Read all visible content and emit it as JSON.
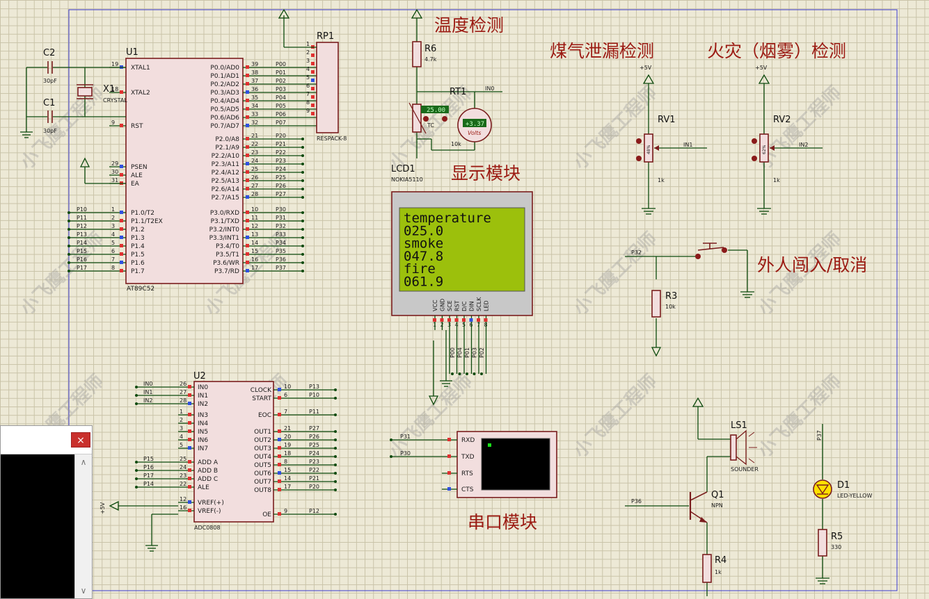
{
  "titles": {
    "temp": "温度检测",
    "gas": "煤气泄漏检测",
    "fire": "火灾（烟雾）检测",
    "display": "显示模块",
    "intrusion": "外人闯入/取消",
    "serial": "串口模块"
  },
  "watermark": "小飞鹰工程师",
  "u1": {
    "ref": "U1",
    "part": "AT89C52",
    "left_pins": [
      {
        "num": "19",
        "name": "XTAL1"
      },
      {
        "num": "18",
        "name": "XTAL2"
      },
      {
        "num": "9",
        "name": "RST"
      },
      {
        "num": "29",
        "name": "PSEN"
      },
      {
        "num": "30",
        "name": "ALE"
      },
      {
        "num": "31",
        "name": "EA"
      },
      {
        "num": "1",
        "name": "P1.0/T2",
        "net": "P10"
      },
      {
        "num": "2",
        "name": "P1.1/T2EX",
        "net": "P11"
      },
      {
        "num": "3",
        "name": "P1.2",
        "net": "P12"
      },
      {
        "num": "4",
        "name": "P1.3",
        "net": "P13"
      },
      {
        "num": "5",
        "name": "P1.4",
        "net": "P14"
      },
      {
        "num": "6",
        "name": "P1.5",
        "net": "P15"
      },
      {
        "num": "7",
        "name": "P1.6",
        "net": "P16"
      },
      {
        "num": "8",
        "name": "P1.7",
        "net": "P17"
      }
    ],
    "port0": [
      {
        "num": "39",
        "name": "P0.0/AD0",
        "net": "P00"
      },
      {
        "num": "38",
        "name": "P0.1/AD1",
        "net": "P01"
      },
      {
        "num": "37",
        "name": "P0.2/AD2",
        "net": "P02"
      },
      {
        "num": "36",
        "name": "P0.3/AD3",
        "net": "P03"
      },
      {
        "num": "35",
        "name": "P0.4/AD4",
        "net": "P04"
      },
      {
        "num": "34",
        "name": "P0.5/AD5",
        "net": "P05"
      },
      {
        "num": "33",
        "name": "P0.6/AD6",
        "net": "P06"
      },
      {
        "num": "32",
        "name": "P0.7/AD7",
        "net": "P07"
      }
    ],
    "port2": [
      {
        "num": "21",
        "name": "P2.0/A8",
        "net": "P20"
      },
      {
        "num": "22",
        "name": "P2.1/A9",
        "net": "P21"
      },
      {
        "num": "23",
        "name": "P2.2/A10",
        "net": "P22"
      },
      {
        "num": "24",
        "name": "P2.3/A11",
        "net": "P23"
      },
      {
        "num": "25",
        "name": "P2.4/A12",
        "net": "P24"
      },
      {
        "num": "26",
        "name": "P2.5/A13",
        "net": "P25"
      },
      {
        "num": "27",
        "name": "P2.6/A14",
        "net": "P26"
      },
      {
        "num": "28",
        "name": "P2.7/A15",
        "net": "P27"
      }
    ],
    "port3": [
      {
        "num": "10",
        "name": "P3.0/RXD",
        "net": "P30"
      },
      {
        "num": "11",
        "name": "P3.1/TXD",
        "net": "P31"
      },
      {
        "num": "12",
        "name": "P3.2/INT0",
        "net": "P32"
      },
      {
        "num": "13",
        "name": "P3.3/INT1",
        "net": "P33"
      },
      {
        "num": "14",
        "name": "P3.4/T0",
        "net": "P34"
      },
      {
        "num": "15",
        "name": "P3.5/T1",
        "net": "P35"
      },
      {
        "num": "16",
        "name": "P3.6/WR",
        "net": "P36"
      },
      {
        "num": "17",
        "name": "P3.7/RD",
        "net": "P37"
      }
    ]
  },
  "rp1": {
    "ref": "RP1",
    "part": "RESPACK-8",
    "pins": [
      "1",
      "2",
      "3",
      "4",
      "5",
      "6",
      "7",
      "8",
      "9"
    ]
  },
  "c2": {
    "ref": "C2",
    "value": "30pF"
  },
  "c1": {
    "ref": "C1",
    "value": "30pF"
  },
  "x1": {
    "ref": "X1",
    "part": "CRYSTAL"
  },
  "r6": {
    "ref": "R6",
    "value": "4.7k"
  },
  "rt1": {
    "ref": "RT1",
    "temp": "25.00",
    "value": "10k",
    "net": "IN0",
    "tc": "TC"
  },
  "voltmeter": {
    "reading": "+3.37",
    "unit": "Volts"
  },
  "rv1": {
    "ref": "RV1",
    "value": "1k",
    "net": "IN1",
    "supply": "+5V",
    "pos": "48%"
  },
  "rv2": {
    "ref": "RV2",
    "value": "1k",
    "net": "IN2",
    "supply": "+5V",
    "pos": "62%"
  },
  "lcd": {
    "ref": "LCD1",
    "part": "NOKIA5110",
    "lines": [
      "temperature",
      "025.0",
      "smoke",
      "047.8",
      "fire",
      "061.9"
    ],
    "pins": [
      "VCC",
      "GND",
      "SCE",
      "RST",
      "D/C",
      "DIN",
      "SCLK",
      "LED"
    ],
    "pin_nums": [
      "1",
      "2",
      "3",
      "4",
      "5",
      "6",
      "7",
      "8"
    ],
    "nets": [
      "P00",
      "P04",
      "P01",
      "P03",
      "P02"
    ]
  },
  "r3": {
    "ref": "R3",
    "value": "10k",
    "net": "P32"
  },
  "u2": {
    "ref": "U2",
    "part": "ADC0808",
    "left_pins": [
      {
        "num": "26",
        "name": "IN0",
        "net": "IN0"
      },
      {
        "num": "27",
        "name": "IN1",
        "net": "IN1"
      },
      {
        "num": "28",
        "name": "IN2",
        "net": "IN2"
      },
      {
        "num": "1",
        "name": "IN3"
      },
      {
        "num": "2",
        "name": "IN4"
      },
      {
        "num": "3",
        "name": "IN5"
      },
      {
        "num": "4",
        "name": "IN6"
      },
      {
        "num": "5",
        "name": "IN7"
      },
      {
        "num": "25",
        "name": "ADD A",
        "net": "P15"
      },
      {
        "num": "24",
        "name": "ADD B",
        "net": "P16"
      },
      {
        "num": "23",
        "name": "ADD C",
        "net": "P17"
      },
      {
        "num": "22",
        "name": "ALE",
        "net": "P14"
      },
      {
        "num": "12",
        "name": "VREF(+)"
      },
      {
        "num": "16",
        "name": "VREF(-)"
      }
    ],
    "right_pins": [
      {
        "num": "10",
        "name": "CLOCK",
        "net": "P13"
      },
      {
        "num": "6",
        "name": "START",
        "net": "P10"
      },
      {
        "num": "7",
        "name": "EOC",
        "net": "P11"
      },
      {
        "num": "21",
        "name": "OUT1",
        "net": "P27"
      },
      {
        "num": "20",
        "name": "OUT2",
        "net": "P26"
      },
      {
        "num": "19",
        "name": "OUT3",
        "net": "P25"
      },
      {
        "num": "18",
        "name": "OUT4",
        "net": "P24"
      },
      {
        "num": "8",
        "name": "OUT5",
        "net": "P23"
      },
      {
        "num": "15",
        "name": "OUT6",
        "net": "P22"
      },
      {
        "num": "14",
        "name": "OUT7",
        "net": "P21"
      },
      {
        "num": "17",
        "name": "OUT8",
        "net": "P20"
      },
      {
        "num": "9",
        "name": "OE",
        "net": "P12"
      }
    ],
    "vref_label": "+5V"
  },
  "terminal": {
    "pins": [
      "RXD",
      "TXD",
      "RTS",
      "CTS"
    ],
    "nets": [
      "P31",
      "P30"
    ]
  },
  "ls1": {
    "ref": "LS1",
    "part": "SOUNDER"
  },
  "q1": {
    "ref": "Q1",
    "part": "NPN",
    "net": "P36"
  },
  "r4": {
    "ref": "R4",
    "value": "1k"
  },
  "d1": {
    "ref": "D1",
    "part": "LED-YELLOW",
    "net": "P37"
  },
  "r5": {
    "ref": "R5",
    "value": "330"
  },
  "popup": {
    "close": "×",
    "up": "∧",
    "down": "∨"
  }
}
